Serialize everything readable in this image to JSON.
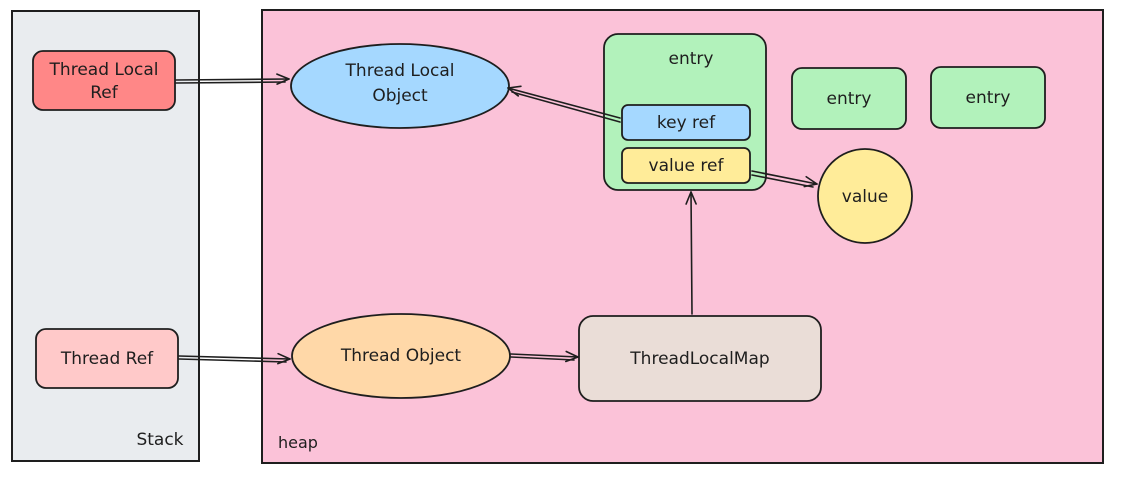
{
  "stack": {
    "label": "Stack",
    "color": "#e9ecef"
  },
  "heap": {
    "label": "heap",
    "color": "#fbc2d8"
  },
  "nodes": {
    "thread_local_ref": {
      "label_line1": "Thread Local",
      "label_line2": "Ref",
      "color": "#ff8787"
    },
    "thread_ref": {
      "label": "Thread Ref",
      "color": "#ffc9c9"
    },
    "thread_local_object": {
      "label_line1": "Thread Local",
      "label_line2": "Object",
      "color": "#a5d8ff"
    },
    "thread_object": {
      "label": "Thread Object",
      "color": "#ffd8a8"
    },
    "thread_local_map": {
      "label": "ThreadLocalMap",
      "color": "#eaddd7"
    },
    "entry_main": {
      "label": "entry",
      "color": "#b2f2bb"
    },
    "key_ref": {
      "label": "key ref",
      "color": "#a5d8ff"
    },
    "value_ref": {
      "label": "value ref",
      "color": "#ffec99"
    },
    "value": {
      "label": "value",
      "color": "#ffec99"
    },
    "entry_2": {
      "label": "entry",
      "color": "#b2f2bb"
    },
    "entry_3": {
      "label": "entry",
      "color": "#b2f2bb"
    }
  },
  "arrows": [
    {
      "from": "Thread Local Ref",
      "to": "Thread Local Object"
    },
    {
      "from": "Thread Ref",
      "to": "Thread Object"
    },
    {
      "from": "Thread Object",
      "to": "ThreadLocalMap"
    },
    {
      "from": "ThreadLocalMap",
      "to": "entry"
    },
    {
      "from": "key ref",
      "to": "Thread Local Object"
    },
    {
      "from": "value ref",
      "to": "value"
    }
  ]
}
